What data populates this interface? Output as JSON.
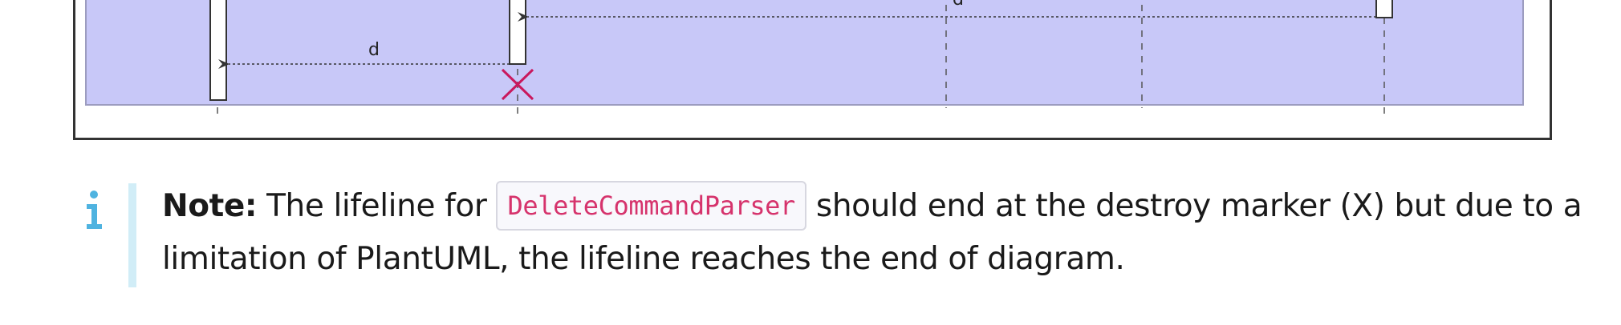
{
  "diagram": {
    "return_label_1": "d",
    "return_label_2": "d",
    "colors": {
      "group_fill": "#c8c8f8",
      "group_border": "#9c9cbf",
      "destroy_marker": "#c9185d",
      "line": "#333333"
    }
  },
  "note": {
    "icon": "info-icon",
    "label": "Note:",
    "text_before_code": "The lifeline for",
    "code": "DeleteCommandParser",
    "text_after_code": "should end at the destroy marker (X) but due to a limitation of PlantUML, the lifeline reaches the end of diagram.",
    "colors": {
      "icon": "#4fb3e0",
      "bar": "#d1edf7",
      "code_text": "#d6336c"
    }
  }
}
